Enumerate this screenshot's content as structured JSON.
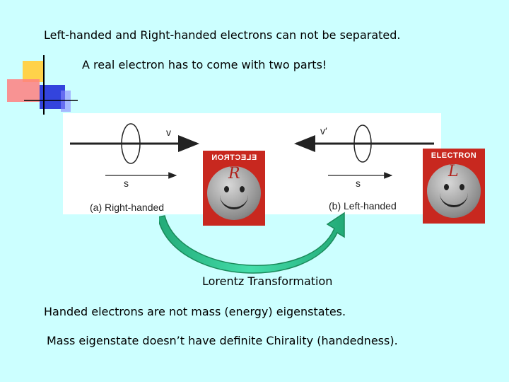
{
  "title": "Left-handed and Right-handed electrons can not be separated.",
  "subtitle": "A real electron has to come with two parts!",
  "figure": {
    "right_panel": {
      "v": "v",
      "s": "s",
      "caption": "(a)  Right-handed"
    },
    "left_panel": {
      "v": "v′",
      "s": "s",
      "caption": "(b)  Left-handed"
    },
    "badge_r": {
      "label": "ELECTRON",
      "hand": "R"
    },
    "badge_l": {
      "label": "ELECTRON",
      "hand": "L"
    },
    "arrow_color": "#33cc99"
  },
  "lorentz": "Lorentz Transformation",
  "body_lines": [
    "Handed electrons are not mass (energy) eigenstates.",
    "Mass eigenstate doesn’t have definite Chirality (handedness)."
  ]
}
